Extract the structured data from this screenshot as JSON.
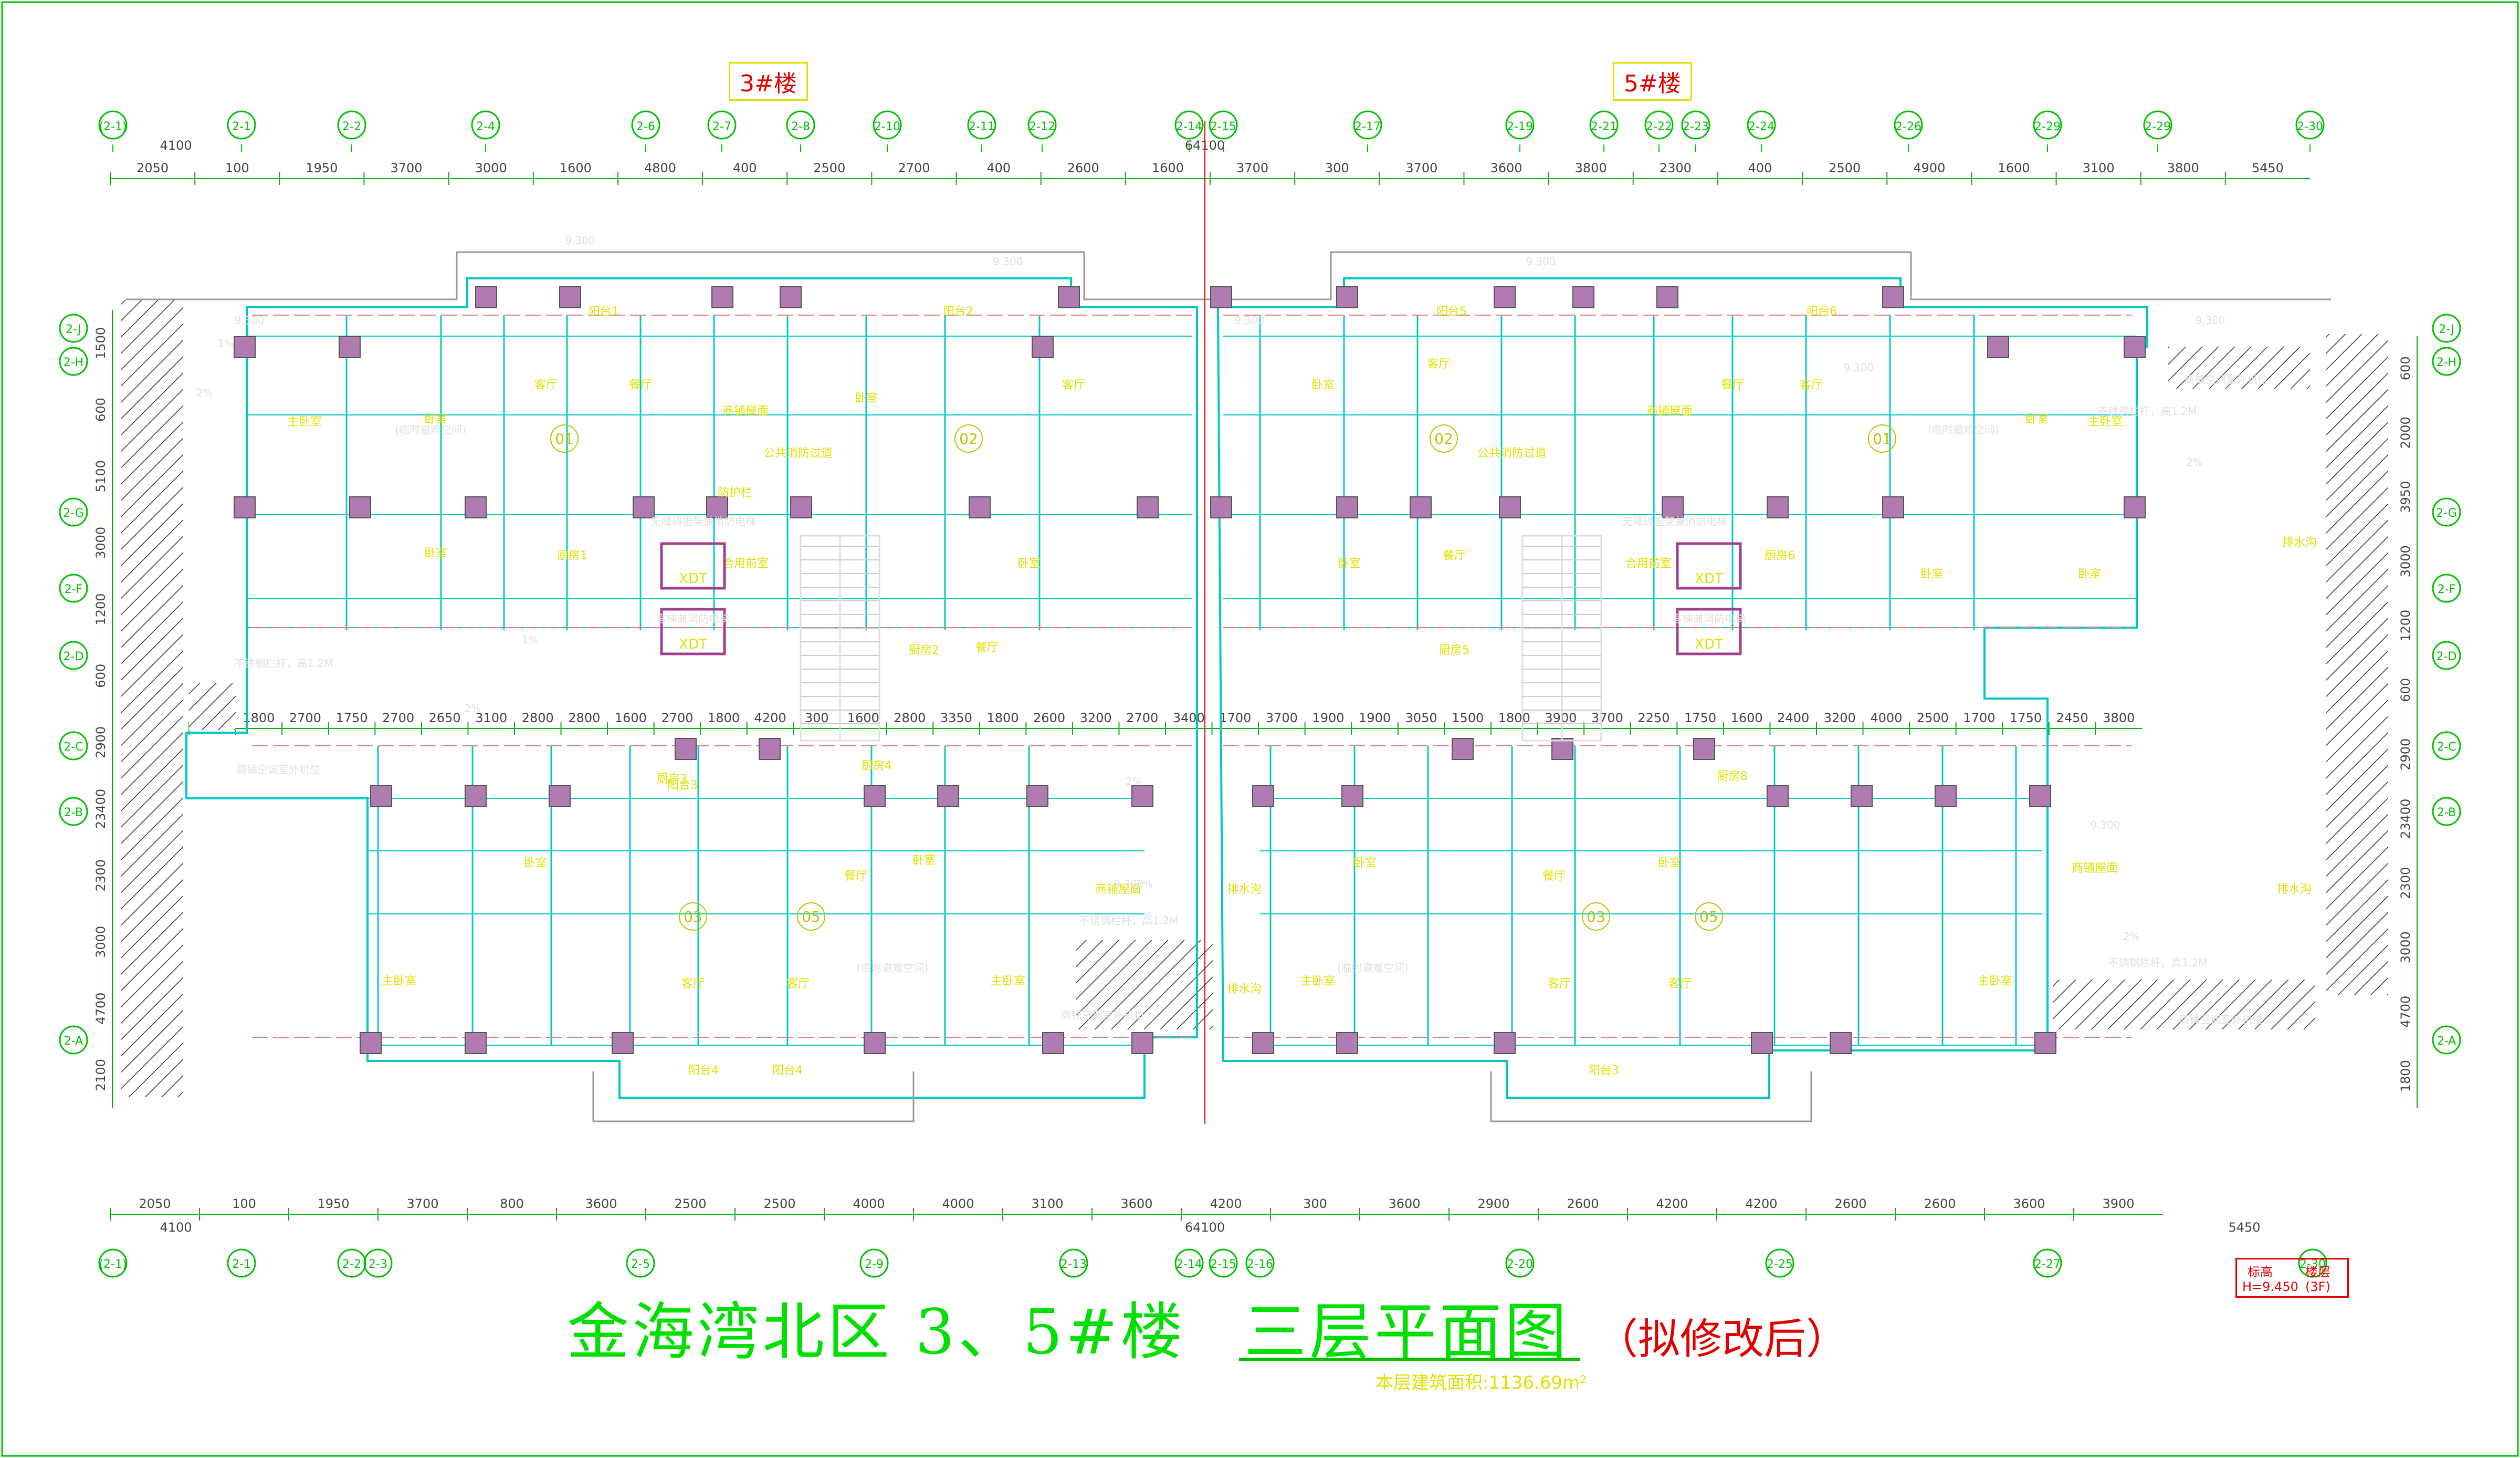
{
  "buildings": [
    "3#楼",
    "5#楼"
  ],
  "title": {
    "main": "金海湾北区  3、5#楼",
    "sub": "三层平面图",
    "note": "（拟修改后）",
    "area": "本层建筑面积:1136.69m²"
  },
  "legend": {
    "h1": "标高",
    "h2": "楼层",
    "v1": "H=9.450",
    "v2": "(3F)"
  },
  "top_axes": [
    "(2-1)",
    "2-1",
    "2-2",
    "2-4",
    "2-6",
    "2-7",
    "2-8",
    "2-10",
    "2-11",
    "2-12",
    "2-14",
    "2-15",
    "2-17",
    "2-19",
    "2-21",
    "2-22",
    "2-23",
    "2-24",
    "2-26",
    "2-29",
    "2-29",
    "2-30"
  ],
  "bottom_axes": [
    "(2-1)",
    "2-1",
    "2-2",
    "2-3",
    "2-5",
    "2-9",
    "2-13",
    "2-14",
    "2-15",
    "2-16",
    "2-20",
    "2-25",
    "2-27",
    "2-30"
  ],
  "left_axes": [
    "2-J",
    "2-H",
    "2-G",
    "2-F",
    "2-D",
    "2-C",
    "2-B",
    "2-A"
  ],
  "right_axes": [
    "2-J",
    "2-H",
    "2-G",
    "2-F",
    "2-D",
    "2-C",
    "2-B",
    "2-A"
  ],
  "dims_top_row1": [
    "2050",
    "100",
    "1950",
    "3700",
    "3000",
    "1600",
    "4800",
    "400",
    "2500",
    "2700",
    "400",
    "2600",
    "1600",
    "3700",
    "300",
    "3700",
    "3600",
    "3800",
    "2300",
    "400",
    "2500",
    "4900",
    "1600",
    "3100",
    "3800",
    "5450"
  ],
  "dims_top_total": [
    "4100",
    "64100"
  ],
  "dims_bottom_row1": [
    "2050",
    "100",
    "1950",
    "3700",
    "800",
    "3600",
    "2500",
    "2500",
    "4000",
    "4000",
    "3100",
    "3600",
    "4200",
    "300",
    "3600",
    "2900",
    "2600",
    "4200",
    "4200",
    "2600",
    "2600",
    "3600",
    "3900"
  ],
  "dims_bottom_total": [
    "4100",
    "64100",
    "5450"
  ],
  "dims_left": [
    "1500",
    "600",
    "5100",
    "3000",
    "1200",
    "600",
    "2900",
    "23400",
    "2300",
    "3000",
    "4700",
    "2100"
  ],
  "dims_right": [
    "600",
    "2000",
    "3950",
    "3000",
    "1200",
    "600",
    "2900",
    "23400",
    "2300",
    "3000",
    "4700",
    "1800"
  ],
  "mid_dims": [
    "1900",
    "1800",
    "2700",
    "1750",
    "2700",
    "2650",
    "3100",
    "2800",
    "2800",
    "1600",
    "2700",
    "1800",
    "4200",
    "300",
    "1600",
    "2800",
    "3350",
    "1800",
    "2600",
    "3200",
    "2700",
    "3400",
    "1700",
    "3700",
    "1900",
    "1900",
    "3050",
    "1500",
    "1800",
    "3900",
    "3700",
    "2250",
    "1750",
    "1600",
    "2400",
    "3200",
    "4000",
    "2500",
    "1700",
    "1750",
    "2450",
    "3800"
  ],
  "rooms": [
    {
      "id": "01",
      "label": "01"
    },
    {
      "id": "02",
      "label": "02"
    },
    {
      "id": "03",
      "label": "03"
    },
    {
      "id": "05",
      "label": "05"
    },
    {
      "label": "阳台1"
    },
    {
      "label": "阳台2"
    },
    {
      "label": "阳台5"
    },
    {
      "label": "阳台6"
    },
    {
      "label": "阳台3"
    },
    {
      "label": "阳台4"
    },
    {
      "label": "客厅"
    },
    {
      "label": "餐厅"
    },
    {
      "label": "主卧室"
    },
    {
      "label": "卧室"
    },
    {
      "label": "厨房1"
    },
    {
      "label": "厨房2"
    },
    {
      "label": "厨房3"
    },
    {
      "label": "厨房4"
    },
    {
      "label": "厨房5"
    },
    {
      "label": "厨房6"
    },
    {
      "label": "厨房8"
    },
    {
      "label": "合用前室"
    },
    {
      "label": "公共消防过道"
    },
    {
      "label": "商铺屋面"
    },
    {
      "label": "排水沟"
    },
    {
      "label": "防护栏"
    }
  ],
  "notes": [
    "不锈钢栏杆，高1.2M",
    "商铺空调室外机位",
    "无障碍担架兼消防电梯",
    "客梯兼消防电梯",
    "(临时避难空间)",
    "2%",
    "1%",
    "9.300"
  ],
  "elevators": [
    "XDT",
    "XDT",
    "XDT",
    "XDT"
  ],
  "colors": {
    "axis": "#00c000",
    "wall": "#a04090",
    "window": "#00c8c8",
    "text": "#e0e000",
    "dim": "#00b000",
    "red": "#e00000"
  }
}
